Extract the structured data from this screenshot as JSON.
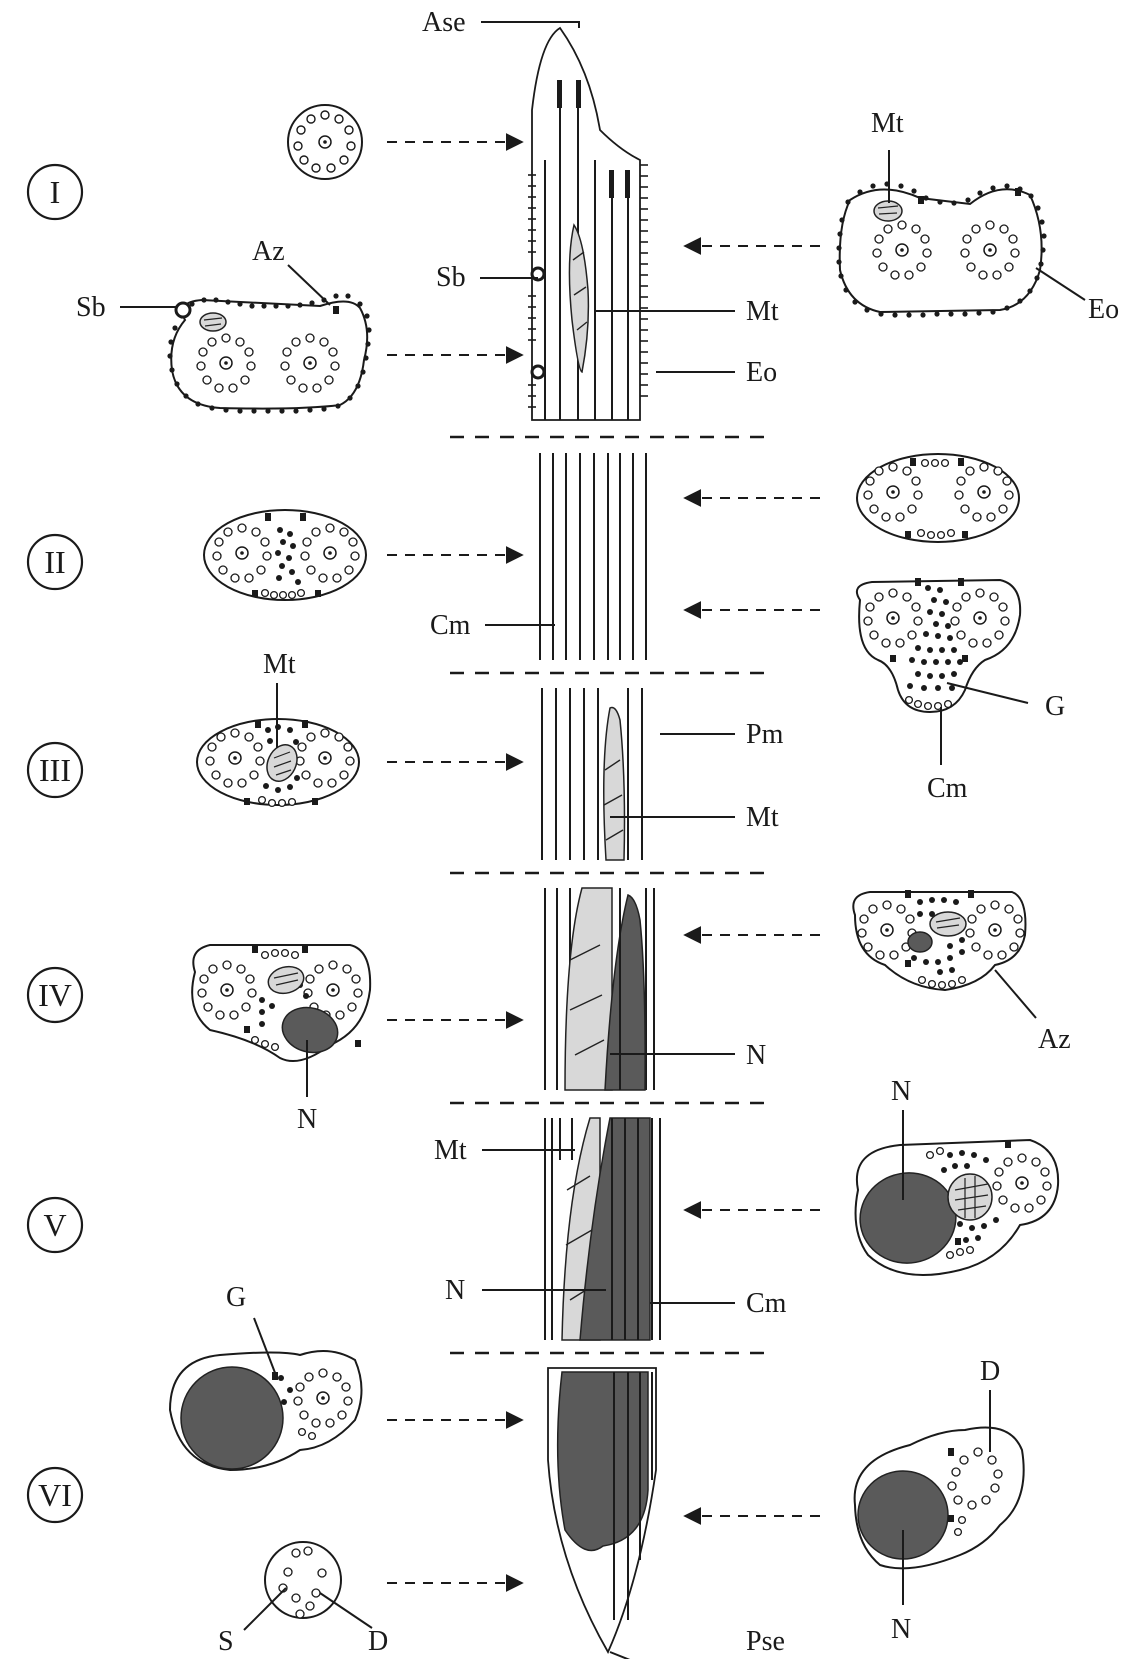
{
  "sections": [
    {
      "numeral": "I"
    },
    {
      "numeral": "II"
    },
    {
      "numeral": "III"
    },
    {
      "numeral": "IV"
    },
    {
      "numeral": "V"
    },
    {
      "numeral": "VI"
    }
  ],
  "labels": {
    "ase": "Ase",
    "pse": "Pse",
    "sb_left": "Sb",
    "az_left": "Az",
    "sb_center": "Sb",
    "mt_center_1": "Mt",
    "eo_center": "Eo",
    "mt_right_1": "Mt",
    "eo_right": "Eo",
    "cm_center_2": "Cm",
    "g_right_2": "G",
    "cm_right_2": "Cm",
    "mt_left_3": "Mt",
    "pm_center": "Pm",
    "mt_center_3": "Mt",
    "n_center_4": "N",
    "n_left_4": "N",
    "az_right_4": "Az",
    "mt_center_5": "Mt",
    "n_center_5": "N",
    "cm_center_5": "Cm",
    "n_right_5": "N",
    "g_left_6": "G",
    "d_right_6": "D",
    "n_right_6": "N",
    "s_left_6": "S",
    "d_left_6": "D"
  }
}
